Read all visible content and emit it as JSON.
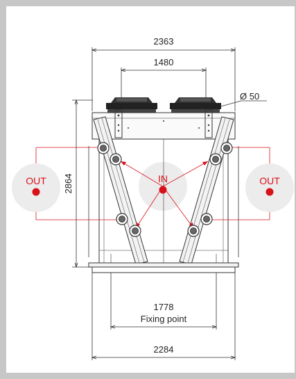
{
  "dimensions": {
    "overall_top_width": "2363",
    "fan_spacing": "1480",
    "pipe_diameter": "Ø 50",
    "height": "2864",
    "fixing_point_distance": "1778",
    "fixing_point_label": "Fixing point",
    "base_width": "2284"
  },
  "flow_labels": {
    "inlet": "IN",
    "outlet_left": "OUT",
    "outlet_right": "OUT"
  },
  "colors": {
    "accent_red": "#d8101a",
    "circle_fill": "#ececec",
    "line": "#333333",
    "frame": "#c7c7c7"
  }
}
